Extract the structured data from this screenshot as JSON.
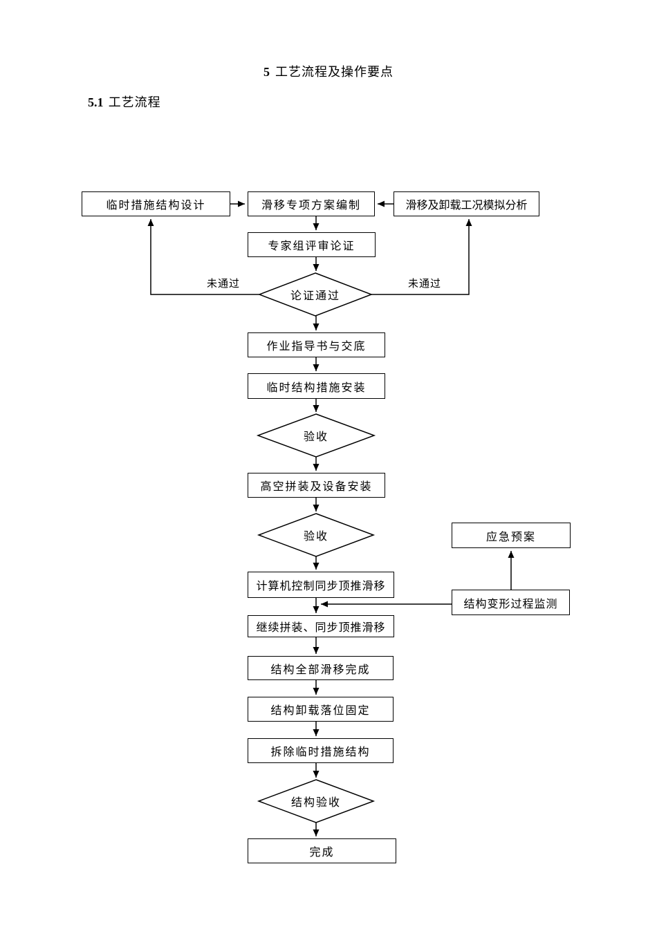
{
  "document": {
    "heading": {
      "number": "5",
      "text": "工艺流程及操作要点"
    },
    "subheading": {
      "number": "5.1",
      "text": "工艺流程"
    }
  },
  "flowchart": {
    "nodes": {
      "temp_design": "临时措施结构设计",
      "scheme": "滑移专项方案编制",
      "simulation": "滑移及卸载工况模拟分析",
      "expert_review": "专家组评审论证",
      "review_pass": "论证通过",
      "work_instruction": "作业指导书与交底",
      "temp_install": "临时结构措施安装",
      "acceptance1": "验收",
      "aerial_assembly": "高空拼装及设备安装",
      "acceptance2": "验收",
      "emergency_plan": "应急预案",
      "computer_sliding": "计算机控制同步顶推滑移",
      "deformation_monitor": "结构变形过程监测",
      "continue_assembly": "继续拼装、同步顶推滑移",
      "sliding_complete": "结构全部滑移完成",
      "unload_fix": "结构卸载落位固定",
      "dismantle": "拆除临时措施结构",
      "structure_acceptance": "结构验收",
      "complete": "完成"
    },
    "edge_labels": {
      "fail_left": "未通过",
      "fail_right": "未通过"
    },
    "colors": {
      "line": "#000000",
      "node_fill": "#ffffff",
      "text": "#000000",
      "page_background": "#ffffff"
    }
  }
}
